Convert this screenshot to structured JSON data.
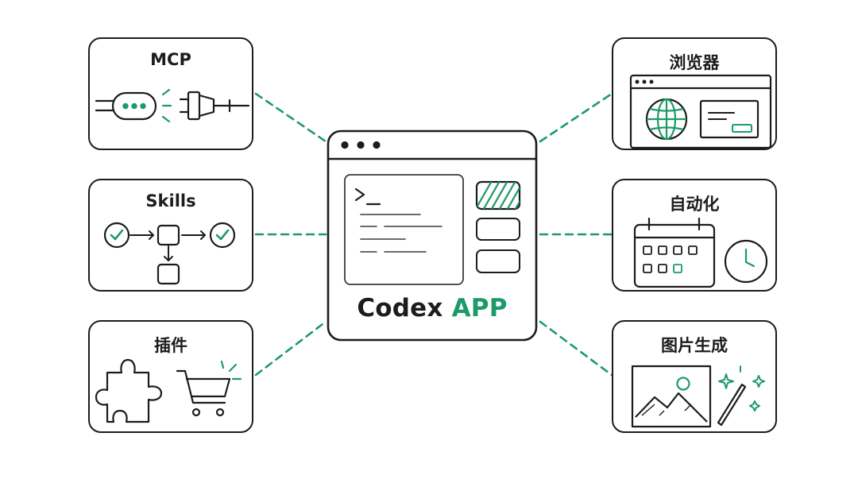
{
  "center": {
    "title_main": "Codex",
    "title_accent": "APP"
  },
  "cards": {
    "mcp": {
      "title": "MCP"
    },
    "skills": {
      "title": "Skills"
    },
    "plugins": {
      "title": "插件"
    },
    "browser": {
      "title": "浏览器"
    },
    "automation": {
      "title": "自动化"
    },
    "image_gen": {
      "title": "图片生成"
    }
  },
  "colors": {
    "accent": "#1e9a68",
    "stroke": "#1c1c1c",
    "background": "#ffffff"
  },
  "icons": {
    "mcp": [
      "connector-node-icon",
      "plug-icon"
    ],
    "skills": [
      "check-circle-icon",
      "flow-box-icon",
      "arrow-icon"
    ],
    "plugins": [
      "puzzle-icon",
      "shopping-cart-icon"
    ],
    "browser": [
      "browser-window-icon",
      "globe-icon",
      "web-panel-icon"
    ],
    "automation": [
      "calendar-icon",
      "clock-icon"
    ],
    "image_gen": [
      "image-landscape-icon",
      "magic-wand-icon",
      "sparkle-icon"
    ]
  }
}
